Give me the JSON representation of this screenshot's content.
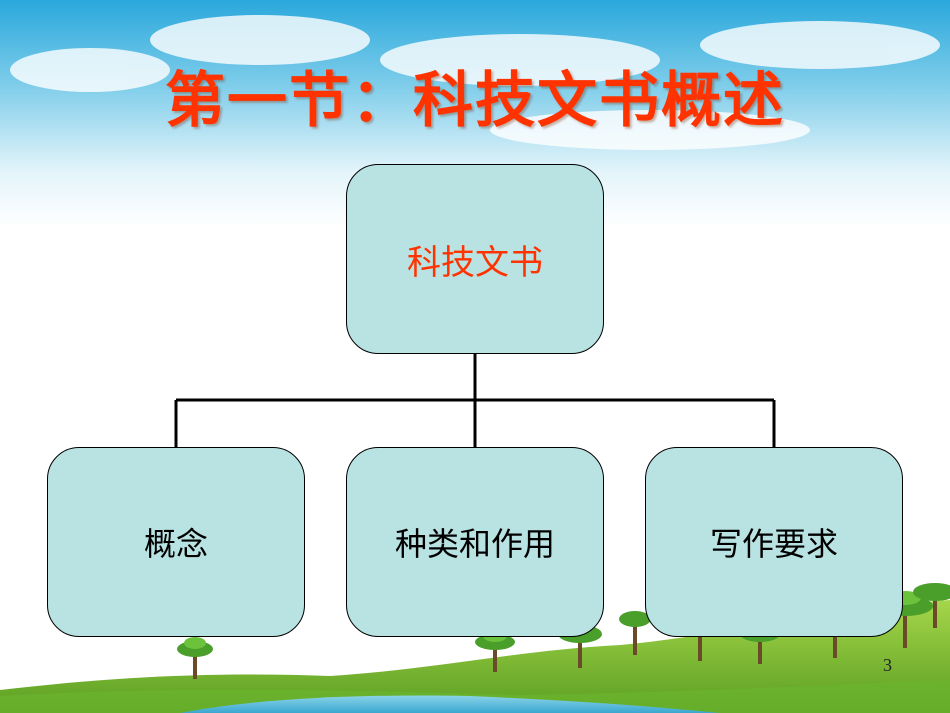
{
  "slide": {
    "title": "第一节：科技文书概述",
    "page_number": "3"
  },
  "diagram": {
    "root": {
      "label": "科技文书"
    },
    "children": [
      {
        "label": "概念"
      },
      {
        "label": "种类和作用"
      },
      {
        "label": "写作要求"
      }
    ]
  },
  "colors": {
    "title": "#ff3300",
    "root_text": "#ff3300",
    "node_fill": "#b9e2e2"
  }
}
